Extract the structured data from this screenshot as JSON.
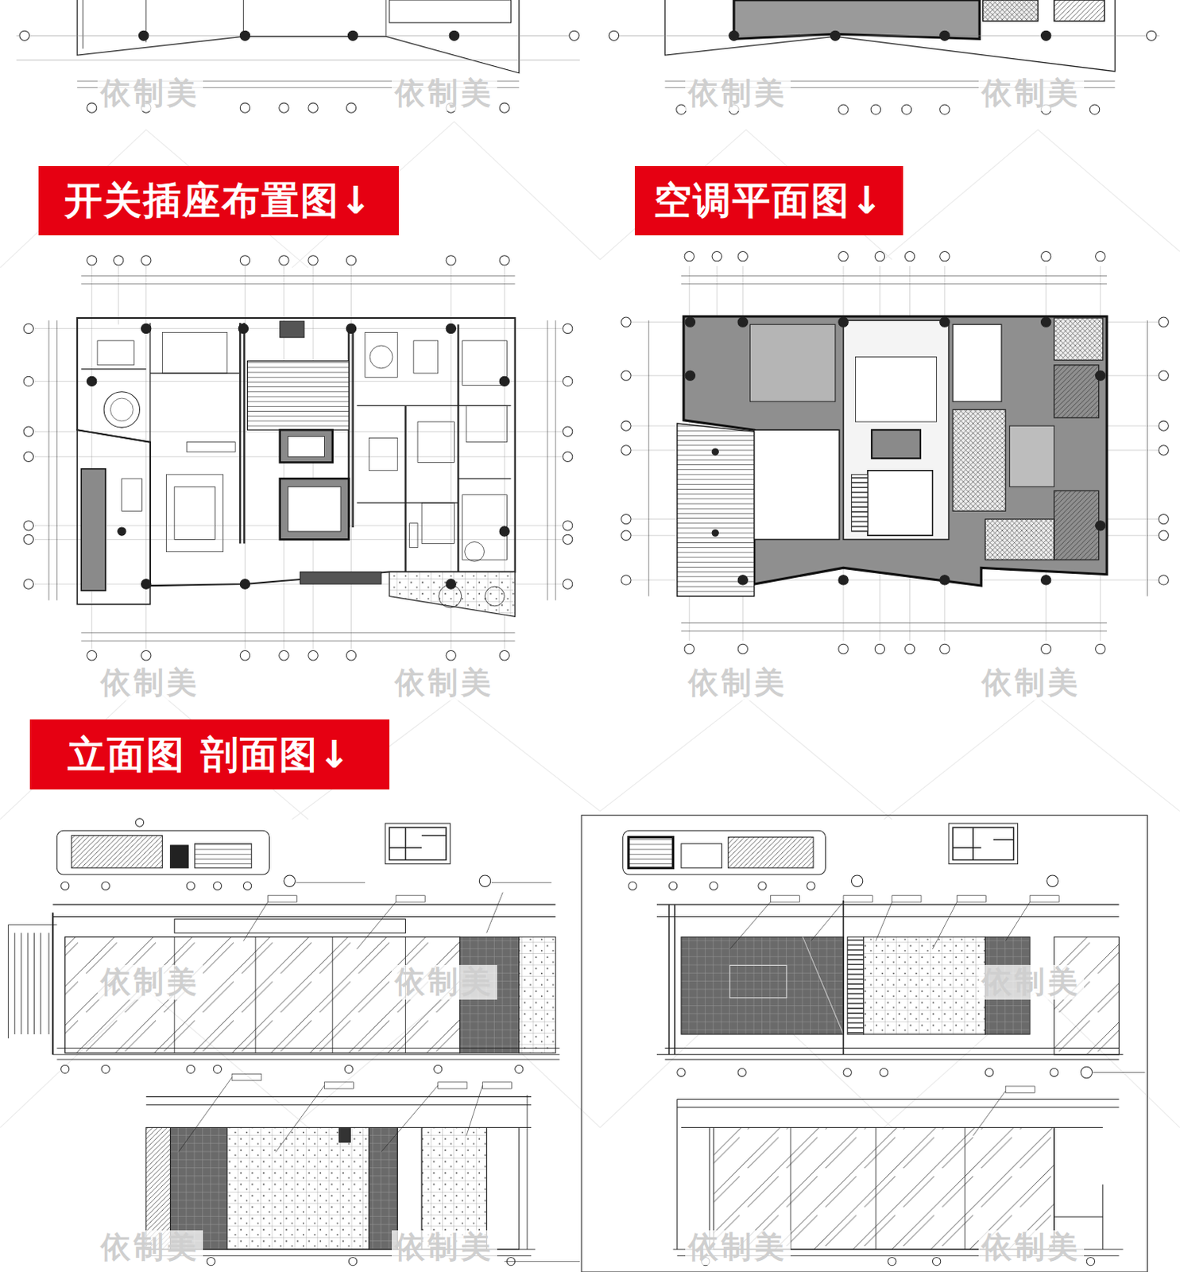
{
  "diagram": {
    "nodes": [
      {
        "text": [
          "开关插座布置图↓"
        ]
      },
      {
        "text": [
          "空调平面图↓"
        ]
      },
      {
        "text": [
          "立面图 剖面图↓"
        ]
      }
    ],
    "labels": [
      "依制美",
      "依制美",
      "依制美",
      "依制美",
      "依制美",
      "依制美",
      "依制美",
      "依制美",
      "依制美",
      "依制美",
      "依制美",
      "依制美",
      "依制美",
      "依制美",
      "依制美"
    ]
  }
}
